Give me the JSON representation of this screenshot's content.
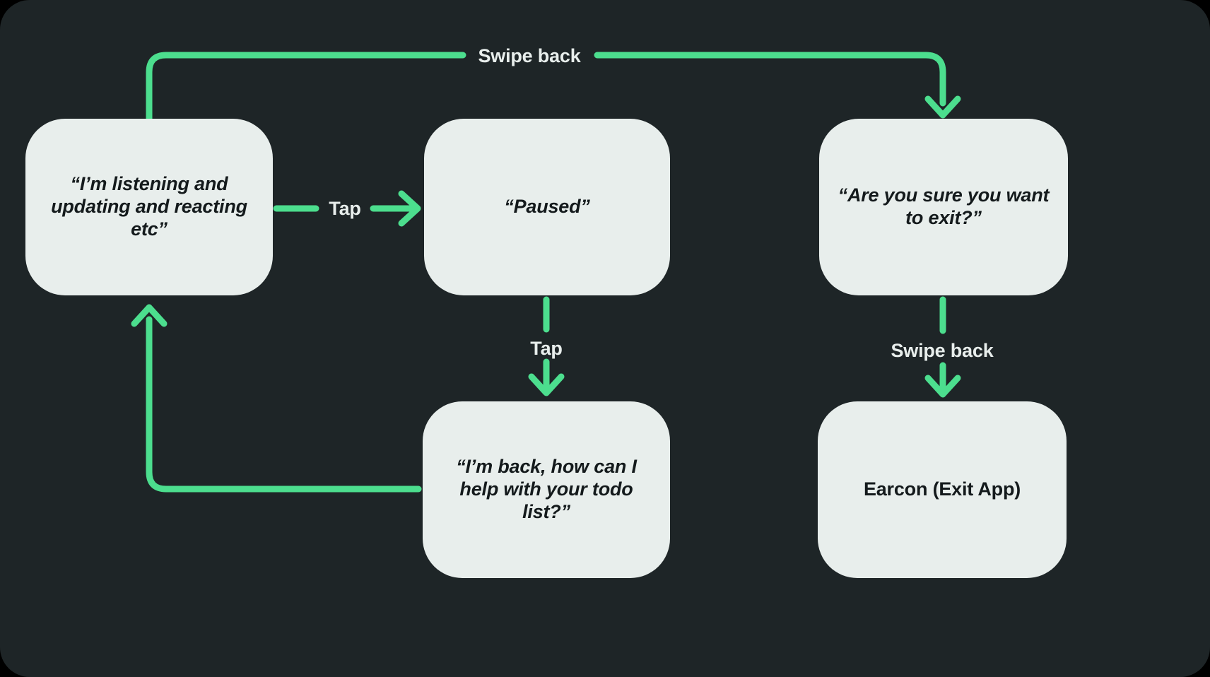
{
  "diagram": {
    "background_color": "#1E2527",
    "node_fill_color": "#E8EEEC",
    "node_text_color": "#141A1C",
    "edge_color": "#4CDE8E",
    "edge_label_color": "#E8EEEC"
  },
  "nodes": {
    "listening": {
      "label": "“I’m listening and updating and reacting etc”"
    },
    "paused": {
      "label": "“Paused”"
    },
    "confirm": {
      "label": "“Are you sure you want to exit?”"
    },
    "back": {
      "label": "“I’m back, how can I help with your todo list?”"
    },
    "earcon": {
      "label": "Earcon (Exit App)"
    }
  },
  "edges": [
    {
      "id": "swipe-back-top",
      "label": "Swipe back",
      "from": "listening",
      "to": "confirm"
    },
    {
      "id": "tap-right",
      "label": "Tap",
      "from": "listening",
      "to": "paused"
    },
    {
      "id": "tap-down",
      "label": "Tap",
      "from": "paused",
      "to": "back"
    },
    {
      "id": "back-to-listening",
      "label": "",
      "from": "back",
      "to": "listening"
    },
    {
      "id": "swipe-back-right",
      "label": "Swipe back",
      "from": "confirm",
      "to": "earcon"
    }
  ],
  "edge_labels": {
    "swipe_back_top": "Swipe back",
    "tap_right": "Tap",
    "tap_down": "Tap",
    "swipe_back_right": "Swipe back"
  }
}
